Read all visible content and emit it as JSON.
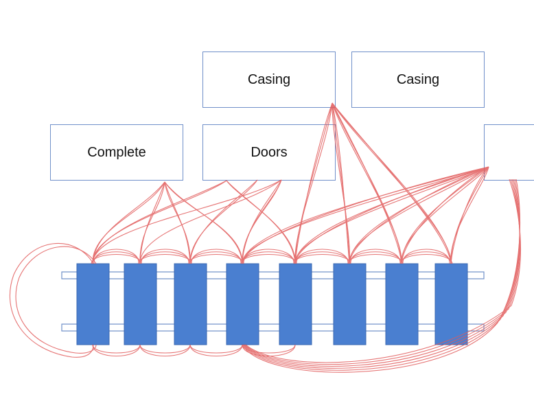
{
  "diagram": {
    "boxes": {
      "casing_1": "Casing",
      "casing_2": "Casing",
      "complete": "Complete",
      "doors": "Doors",
      "right_partial": ""
    },
    "station_count": 8,
    "colors": {
      "box_border": "#6f8fc9",
      "station_fill": "#4a7fd0",
      "rail_stroke": "#6f8fc9",
      "link_stroke": "#e15a5a"
    }
  }
}
